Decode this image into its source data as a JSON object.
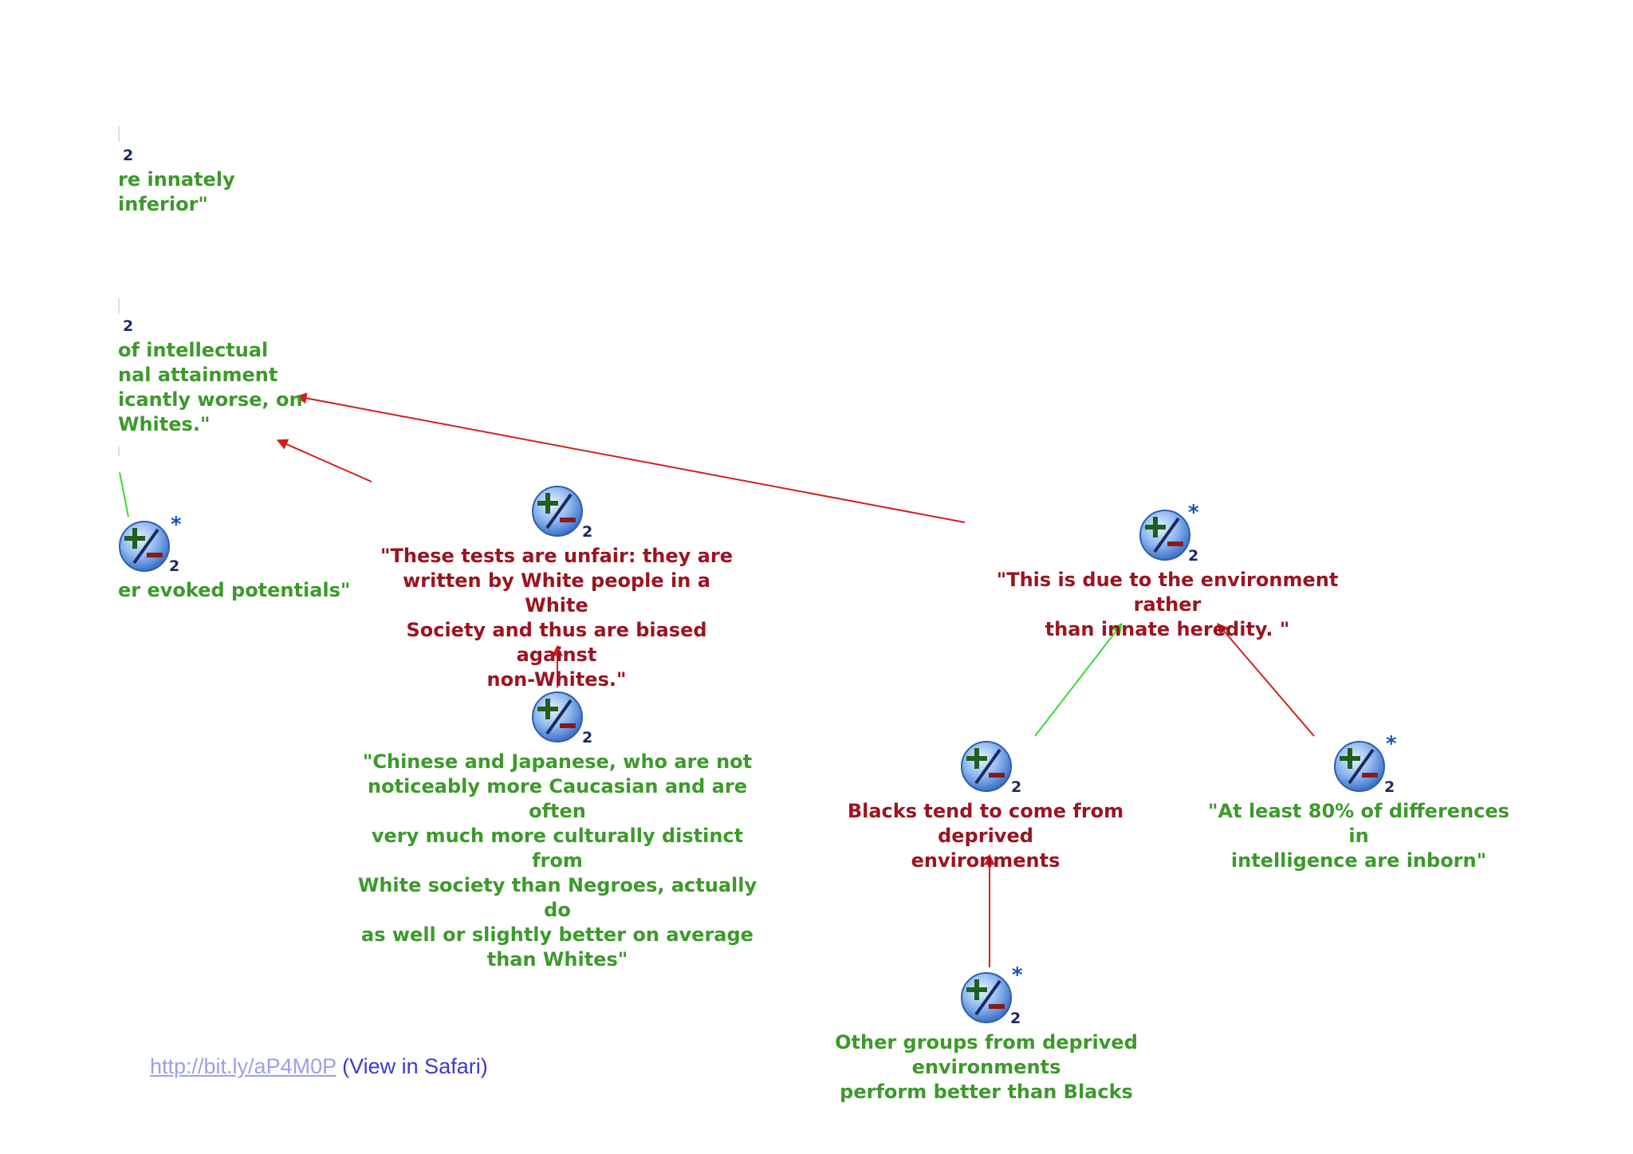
{
  "nodes": {
    "left_inferior": {
      "count": "2",
      "text": "re innately\n inferior\""
    },
    "left_intellectual": {
      "count": "2",
      "text": " of intellectual\nnal attainment\nicantly worse, on\n Whites.\""
    },
    "left_potentials": {
      "count": "2",
      "star": "*",
      "text": "er evoked potentials\""
    },
    "tests_unfair": {
      "count": "2",
      "text": "\"These tests are unfair: they are\nwritten by White people in a White\nSociety and thus are biased against\nnon-Whites.\""
    },
    "chinese_japanese": {
      "count": "2",
      "text": "\"Chinese and Japanese, who are not\nnoticeably more Caucasian and are often\nvery much more culturally distinct from\nWhite society than Negroes, actually do\nas well or slightly better on average\nthan Whites\""
    },
    "environment": {
      "count": "2",
      "star": "*",
      "text": "\"This is due to the environment rather\nthan innate heredity. \""
    },
    "deprived": {
      "count": "2",
      "text": "Blacks tend to come from deprived\nenvironments"
    },
    "inborn": {
      "count": "2",
      "star": "*",
      "text": "\"At least 80% of differences in\nintelligence are inborn\""
    },
    "other_groups": {
      "count": "2",
      "star": "*",
      "text": "Other groups from deprived environments\nperform better than Blacks"
    }
  },
  "colors": {
    "oppose": "#9b1420",
    "support": "#3c9a2a",
    "edge_red": "#d11f1f",
    "edge_green": "#33dd33"
  },
  "icon": "plus-minus-icon",
  "footer": {
    "url": "http://bit.ly/aP4M0P",
    "suffix": " (View in Safari)"
  }
}
